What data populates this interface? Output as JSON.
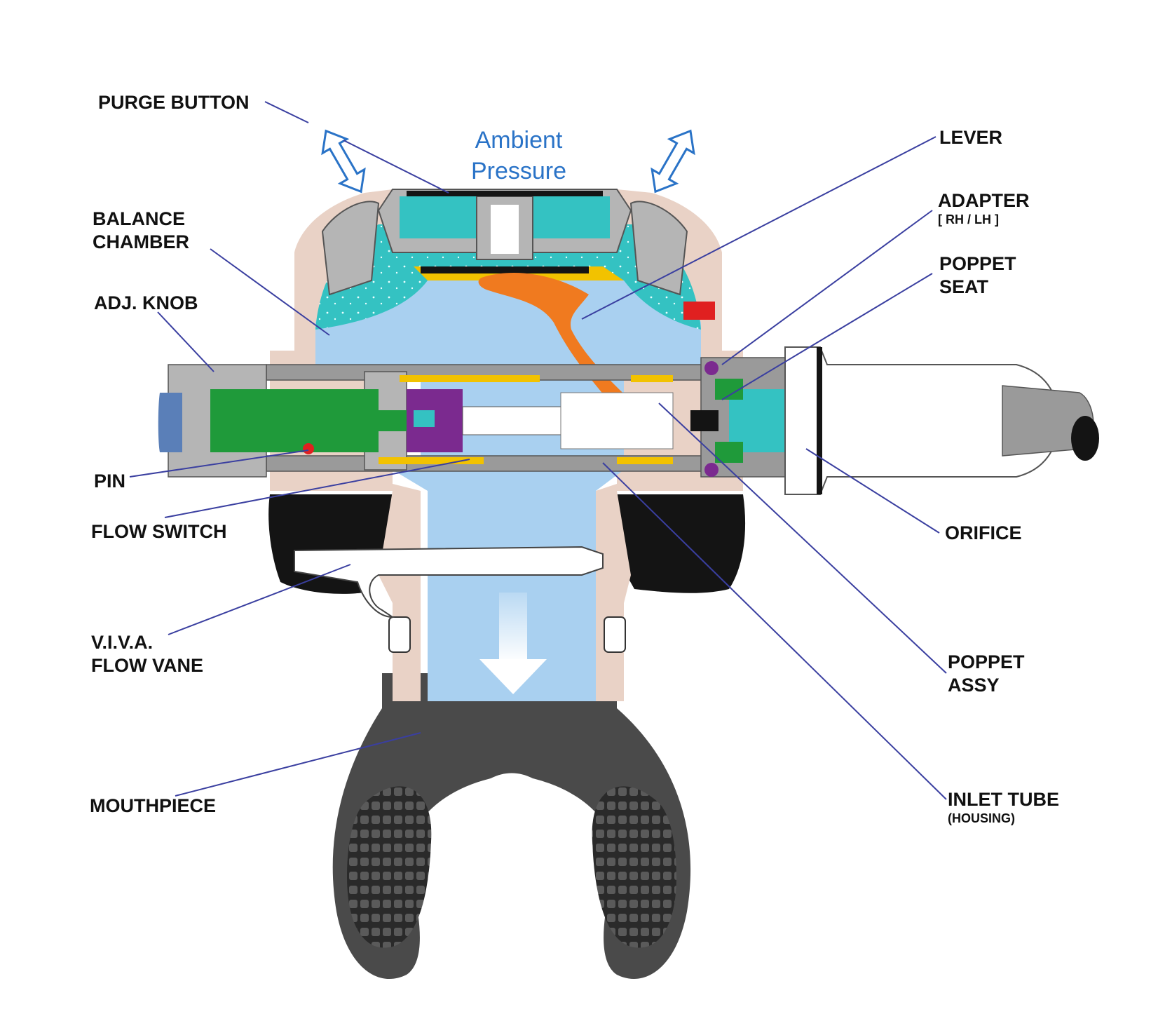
{
  "ambient": {
    "line1": "Ambient",
    "line2": "Pressure"
  },
  "labels": {
    "purge_button": "PURGE BUTTON",
    "balance_chamber_1": "BALANCE",
    "balance_chamber_2": "CHAMBER",
    "adj_knob": "ADJ. KNOB",
    "pin": "PIN",
    "flow_switch": "FLOW SWITCH",
    "viva_1": "V.I.V.A.",
    "viva_2": "FLOW VANE",
    "mouthpiece": "MOUTHPIECE",
    "lever": "LEVER",
    "adapter": "ADAPTER",
    "adapter_sub": "[ RH / LH ]",
    "poppet_seat_1": "POPPET",
    "poppet_seat_2": "SEAT",
    "orifice": "ORIFICE",
    "poppet_assy_1": "POPPET",
    "poppet_assy_2": "ASSY",
    "inlet_tube": "INLET TUBE",
    "inlet_tube_sub": "(HOUSING)"
  },
  "colors": {
    "water": "#34c2c2",
    "air": "#a9d0f0",
    "housing": "#e9d2c6",
    "metal": "#b5b5b5",
    "lever": "#f07a1f",
    "poppet": "#7b2a8f",
    "seal": "#1f9a3a",
    "accent_yellow": "#f2c200",
    "rubber": "#4a4a4a",
    "black_part": "#141414",
    "ambient_text": "#2a73c7",
    "leader_line": "#3a3fa0"
  }
}
